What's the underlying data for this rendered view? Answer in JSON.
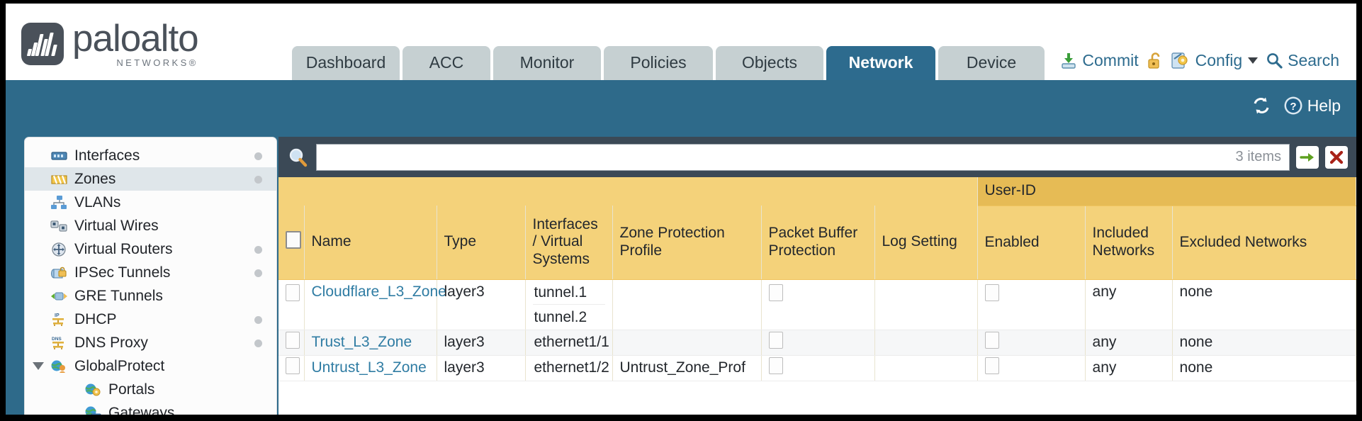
{
  "brand": {
    "word": "paloalto",
    "sub": "NETWORKS®",
    "logo_color": "#4a515a"
  },
  "nav": {
    "tabs": [
      {
        "label": "Dashboard",
        "active": false,
        "width": 152
      },
      {
        "label": "ACC",
        "active": false,
        "width": 124
      },
      {
        "label": "Monitor",
        "active": false,
        "width": 152
      },
      {
        "label": "Policies",
        "active": false,
        "width": 154
      },
      {
        "label": "Objects",
        "active": false,
        "width": 152
      },
      {
        "label": "Network",
        "active": true,
        "width": 154
      },
      {
        "label": "Device",
        "active": false,
        "width": 150
      }
    ],
    "active_tab": "Network",
    "accent": "#2d6b8e"
  },
  "topactions": {
    "commit": "Commit",
    "lock_icon": "padlock-unlocked-icon",
    "config": "Config",
    "search": "Search"
  },
  "band": {
    "refresh_icon": "refresh-icon",
    "help": "Help"
  },
  "sidebar": {
    "items": [
      {
        "label": "Interfaces",
        "icon": "interfaces-icon",
        "dot": true,
        "selected": false,
        "child": false,
        "expander": false
      },
      {
        "label": "Zones",
        "icon": "zones-icon",
        "dot": true,
        "selected": true,
        "child": false,
        "expander": false
      },
      {
        "label": "VLANs",
        "icon": "vlans-icon",
        "dot": false,
        "selected": false,
        "child": false,
        "expander": false
      },
      {
        "label": "Virtual Wires",
        "icon": "virtual-wires-icon",
        "dot": false,
        "selected": false,
        "child": false,
        "expander": false
      },
      {
        "label": "Virtual Routers",
        "icon": "virtual-routers-icon",
        "dot": true,
        "selected": false,
        "child": false,
        "expander": false
      },
      {
        "label": "IPSec Tunnels",
        "icon": "ipsec-tunnels-icon",
        "dot": true,
        "selected": false,
        "child": false,
        "expander": false
      },
      {
        "label": "GRE Tunnels",
        "icon": "gre-tunnels-icon",
        "dot": false,
        "selected": false,
        "child": false,
        "expander": false
      },
      {
        "label": "DHCP",
        "icon": "dhcp-icon",
        "dot": true,
        "selected": false,
        "child": false,
        "expander": false
      },
      {
        "label": "DNS Proxy",
        "icon": "dns-proxy-icon",
        "dot": true,
        "selected": false,
        "child": false,
        "expander": false
      },
      {
        "label": "GlobalProtect",
        "icon": "globalprotect-icon",
        "dot": false,
        "selected": false,
        "child": false,
        "expander": true
      },
      {
        "label": "Portals",
        "icon": "portals-icon",
        "dot": false,
        "selected": false,
        "child": true,
        "expander": false
      },
      {
        "label": "Gateways",
        "icon": "gateways-icon",
        "dot": false,
        "selected": false,
        "child": true,
        "expander": false
      }
    ]
  },
  "search": {
    "icon": "magnifier-icon",
    "value": "",
    "placeholder": "",
    "item_count": "3 items",
    "apply_icon": "green-arrow-icon",
    "clear_icon": "red-x-icon"
  },
  "table": {
    "group_header": "User-ID",
    "columns": [
      {
        "key": "checkbox",
        "label": ""
      },
      {
        "key": "name",
        "label": "Name"
      },
      {
        "key": "type",
        "label": "Type"
      },
      {
        "key": "interfaces",
        "label": "Interfaces / Virtual Systems"
      },
      {
        "key": "zone_protection",
        "label": "Zone Protection Profile"
      },
      {
        "key": "packet_buffer",
        "label": "Packet Buffer Protection"
      },
      {
        "key": "log_setting",
        "label": "Log Setting"
      },
      {
        "key": "enabled",
        "label": "Enabled"
      },
      {
        "key": "included",
        "label": "Included Networks"
      },
      {
        "key": "excluded",
        "label": "Excluded Networks"
      }
    ],
    "rows": [
      {
        "name": "Cloudflare_L3_Zone",
        "type": "layer3",
        "interfaces": [
          "tunnel.1",
          "tunnel.2"
        ],
        "zone_protection": "",
        "packet_buffer_checked": false,
        "log_setting": "",
        "enabled_checked": false,
        "included": "any",
        "excluded": "none"
      },
      {
        "name": "Trust_L3_Zone",
        "type": "layer3",
        "interfaces": [
          "ethernet1/1"
        ],
        "zone_protection": "",
        "packet_buffer_checked": false,
        "log_setting": "",
        "enabled_checked": false,
        "included": "any",
        "excluded": "none"
      },
      {
        "name": "Untrust_L3_Zone",
        "type": "layer3",
        "interfaces": [
          "ethernet1/2"
        ],
        "zone_protection": "Untrust_Zone_Prof",
        "packet_buffer_checked": false,
        "log_setting": "",
        "enabled_checked": false,
        "included": "any",
        "excluded": "none"
      }
    ]
  },
  "colors": {
    "band_blue": "#2e6a8a",
    "tab_inactive": "#c6d0d2",
    "header_gold": "#f4d27a",
    "group_gold": "#e6bb55",
    "link_blue": "#2f7ca3",
    "searchbar_dark": "#3b4956"
  }
}
